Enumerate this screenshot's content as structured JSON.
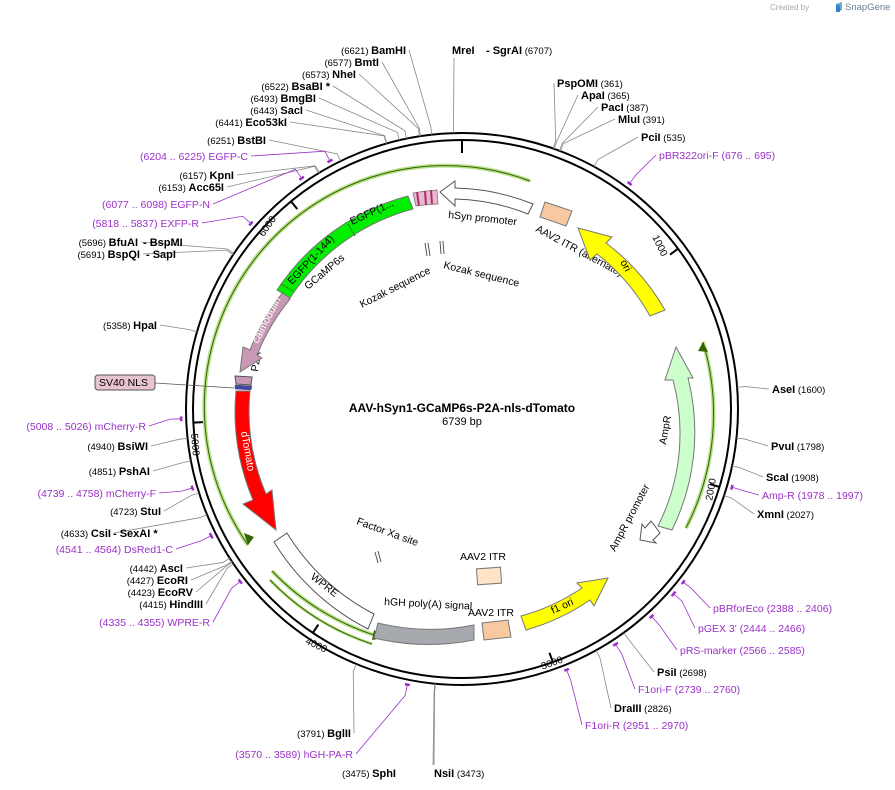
{
  "credit": {
    "created_by": "Created by",
    "app": "SnapGene"
  },
  "plasmid": {
    "name": "AAV-hSyn1-GCaMP6s-P2A-nls-dTomato",
    "length_label": "6739 bp",
    "length": 6739
  },
  "ticks": [
    {
      "bp": 1000,
      "label": "1000"
    },
    {
      "bp": 2000,
      "label": "2000"
    },
    {
      "bp": 3000,
      "label": "3000"
    },
    {
      "bp": 4000,
      "label": "4000"
    },
    {
      "bp": 5000,
      "label": "5000"
    },
    {
      "bp": 6000,
      "label": "6000"
    }
  ],
  "sites": [
    {
      "name": "MreI",
      "pos": "",
      "bp": 6707,
      "pre": "",
      "suf": ""
    },
    {
      "name": "SgrAI",
      "pos": "(6707)",
      "bp": 6707,
      "pre": "- ",
      "suf": ""
    },
    {
      "name": "PspOMI",
      "pos": "(361)",
      "bp": 361,
      "pre": "",
      "suf": ""
    },
    {
      "name": "ApaI",
      "pos": "(365)",
      "bp": 365,
      "pre": "",
      "suf": ""
    },
    {
      "name": "PacI",
      "pos": "(387)",
      "bp": 387,
      "pre": "",
      "suf": ""
    },
    {
      "name": "MluI",
      "pos": "(391)",
      "bp": 391,
      "pre": "",
      "suf": ""
    },
    {
      "name": "PciI",
      "pos": "(535)",
      "bp": 535,
      "pre": "",
      "suf": ""
    },
    {
      "name": "AseI",
      "pos": "(1600)",
      "bp": 1600,
      "pre": "",
      "suf": ""
    },
    {
      "name": "PvuI",
      "pos": "(1798)",
      "bp": 1798,
      "pre": "",
      "suf": ""
    },
    {
      "name": "ScaI",
      "pos": "(1908)",
      "bp": 1908,
      "pre": "",
      "suf": ""
    },
    {
      "name": "XmnI",
      "pos": "(2027)",
      "bp": 2027,
      "pre": "",
      "suf": ""
    },
    {
      "name": "PsiI",
      "pos": "(2698)",
      "bp": 2698,
      "pre": "",
      "suf": ""
    },
    {
      "name": "DraIII",
      "pos": "(2826)",
      "bp": 2826,
      "pre": "",
      "suf": ""
    },
    {
      "name": "NsiI",
      "pos": "(3473)",
      "bp": 3473,
      "pre": "",
      "suf": ""
    },
    {
      "name": "SphI",
      "pos": "(3475)",
      "bp": 3475,
      "pre": "",
      "suf": ""
    },
    {
      "name": "BglII",
      "pos": "(3791)",
      "bp": 3791,
      "pre": "",
      "suf": ""
    },
    {
      "name": "HindIII",
      "pos": "(4415)",
      "bp": 4415,
      "pre": "",
      "suf": ""
    },
    {
      "name": "EcoRV",
      "pos": "(4423)",
      "bp": 4423,
      "pre": "",
      "suf": ""
    },
    {
      "name": "EcoRI",
      "pos": "(4427)",
      "bp": 4427,
      "pre": "",
      "suf": ""
    },
    {
      "name": "AscI",
      "pos": "(4442)",
      "bp": 4442,
      "pre": "",
      "suf": ""
    },
    {
      "name": "CsiI",
      "pos": "(4633)",
      "bp": 4633,
      "pre": "",
      "suf": ""
    },
    {
      "name": "SexAI",
      "pos": "",
      "bp": 4633,
      "pre": "- ",
      "suf": " *"
    },
    {
      "name": "StuI",
      "pos": "(4723)",
      "bp": 4723,
      "pre": "",
      "suf": ""
    },
    {
      "name": "PshAI",
      "pos": "(4851)",
      "bp": 4851,
      "pre": "",
      "suf": ""
    },
    {
      "name": "BsiWI",
      "pos": "(4940)",
      "bp": 4940,
      "pre": "",
      "suf": ""
    },
    {
      "name": "HpaI",
      "pos": "(5358)",
      "bp": 5358,
      "pre": "",
      "suf": ""
    },
    {
      "name": "BspQI",
      "pos": "(5691)",
      "bp": 5691,
      "pre": "",
      "suf": ""
    },
    {
      "name": "SapI",
      "pos": "",
      "bp": 5691,
      "pre": "- ",
      "suf": ""
    },
    {
      "name": "BfuAI",
      "pos": "(5696)",
      "bp": 5696,
      "pre": "",
      "suf": ""
    },
    {
      "name": "BspMI",
      "pos": "",
      "bp": 5696,
      "pre": "- ",
      "suf": ""
    },
    {
      "name": "Acc65I",
      "pos": "(6153)",
      "bp": 6153,
      "pre": "",
      "suf": ""
    },
    {
      "name": "KpnI",
      "pos": "(6157)",
      "bp": 6157,
      "pre": "",
      "suf": ""
    },
    {
      "name": "BstBI",
      "pos": "(6251)",
      "bp": 6251,
      "pre": "",
      "suf": ""
    },
    {
      "name": "Eco53kI",
      "pos": "(6441)",
      "bp": 6441,
      "pre": "",
      "suf": ""
    },
    {
      "name": "SacI",
      "pos": "(6443)",
      "bp": 6443,
      "pre": "",
      "suf": ""
    },
    {
      "name": "BmgBI",
      "pos": "(6493)",
      "bp": 6493,
      "pre": "",
      "suf": ""
    },
    {
      "name": "BsaBI",
      "pos": "(6522)",
      "bp": 6522,
      "pre": "",
      "suf": " *"
    },
    {
      "name": "NheI",
      "pos": "(6573)",
      "bp": 6573,
      "pre": "",
      "suf": ""
    },
    {
      "name": "BmtI",
      "pos": "(6577)",
      "bp": 6577,
      "pre": "",
      "suf": ""
    },
    {
      "name": "BamHI",
      "pos": "(6621)",
      "bp": 6621,
      "pre": "",
      "suf": ""
    }
  ],
  "primers": [
    {
      "name": "pBR322ori-F",
      "range": "(676 .. 695)",
      "start": 676,
      "end": 695
    },
    {
      "name": "Amp-R",
      "range": "(1978 .. 1997)",
      "start": 1978,
      "end": 1997
    },
    {
      "name": "pBRforEco",
      "range": "(2388 .. 2406)",
      "start": 2388,
      "end": 2406
    },
    {
      "name": "pGEX 3'",
      "range": "(2444 .. 2466)",
      "start": 2444,
      "end": 2466
    },
    {
      "name": "pRS-marker",
      "range": "(2566 .. 2585)",
      "start": 2566,
      "end": 2585
    },
    {
      "name": "F1ori-F",
      "range": "(2739 .. 2760)",
      "start": 2739,
      "end": 2760
    },
    {
      "name": "F1ori-R",
      "range": "(2951 .. 2970)",
      "start": 2951,
      "end": 2970
    },
    {
      "name": "hGH-PA-R",
      "range": "(3570 .. 3589)",
      "start": 3570,
      "end": 3589
    },
    {
      "name": "WPRE-R",
      "range": "(4335 .. 4355)",
      "start": 4335,
      "end": 4355
    },
    {
      "name": "DsRed1-C",
      "range": "(4541 .. 4564)",
      "start": 4541,
      "end": 4564
    },
    {
      "name": "mCherry-F",
      "range": "(4739 .. 4758)",
      "start": 4739,
      "end": 4758
    },
    {
      "name": "mCherry-R",
      "range": "(5008 .. 5026)",
      "start": 5008,
      "end": 5026
    },
    {
      "name": "EXFP-R",
      "range": "(5818 .. 5837)",
      "start": 5818,
      "end": 5837
    },
    {
      "name": "EGFP-N",
      "range": "(6077 .. 6098)",
      "start": 6077,
      "end": 6098
    },
    {
      "name": "EGFP-C",
      "range": "(6204 .. 6225)",
      "start": 6204,
      "end": 6225
    }
  ],
  "features": [
    {
      "label": "hSyn promoter",
      "color": "#ffffff"
    },
    {
      "label": "AAV2 ITR (alternate)",
      "color": "#f8c8a0"
    },
    {
      "label": "ori",
      "color": "#ffff00"
    },
    {
      "label": "AmpR",
      "color": "#ccffcc"
    },
    {
      "label": "AmpR promoter",
      "color": "#ffffff"
    },
    {
      "label": "f1 ori",
      "color": "#ffff00"
    },
    {
      "label": "AAV2 ITR",
      "color": "#f8c8a0"
    },
    {
      "label": "AAV2 ITR",
      "color": "#ffe4c8"
    },
    {
      "label": "hGH poly(A) signal",
      "color": "#a6aaaf"
    },
    {
      "label": "Factor Xa site",
      "color": "#ffffff"
    },
    {
      "label": "WPRE",
      "color": "#ffffff"
    },
    {
      "label": "dTomato",
      "color": "#ff0000"
    },
    {
      "label": "P2A",
      "color": "#c898b4"
    },
    {
      "label": "SV40 NLS",
      "color": "#e8c4cf"
    },
    {
      "label": "calmodulin",
      "color": "#c898b4"
    },
    {
      "label": "GCaMP6s",
      "color": "#8bc34a"
    },
    {
      "label": "EGFP(1-144)",
      "color": "#00ff00"
    },
    {
      "label": "EGFP(1...",
      "color": "#00ff00"
    },
    {
      "label": "Kozak sequence",
      "color": "#ffffff"
    },
    {
      "label": "Kozak sequence",
      "color": "#ffffff"
    }
  ],
  "colors": {
    "primer": "#9b30c8",
    "orf_border": "#99cc66",
    "orf_arrow": "#336600",
    "backbone": "#000000"
  }
}
